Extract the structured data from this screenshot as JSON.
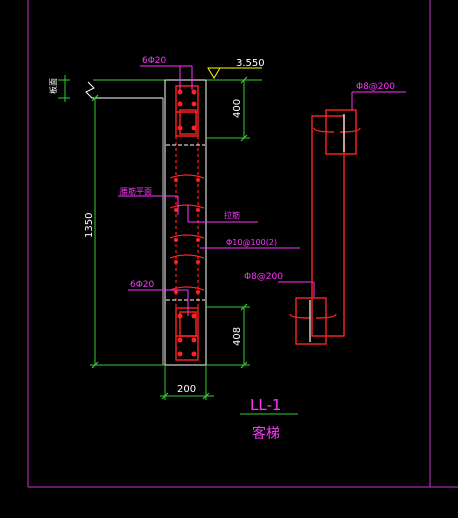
{
  "colors": {
    "background": "#000000",
    "frame": "#cc33cc",
    "dimension": "#33cc33",
    "rebar": "#ff2222",
    "annotation": "#ff33ff",
    "elevation": "#ffff00",
    "member": "#ffffff"
  },
  "labels": {
    "elevation": "3.550",
    "top_bar": "6Φ20",
    "bottom_bar": "6Φ20",
    "stirrup_main": "Φ10@100(2)",
    "stirrup_detail_top": "Φ8@200",
    "stirrup_detail_bottom": "Φ8@200",
    "waist_bar_note": "腰筋平面",
    "tie_bar_note": "拉筋",
    "slab_note": "板面",
    "dim_top": "400",
    "dim_bottom": "408",
    "dim_total": "1350",
    "dim_width": "200",
    "beam_id": "LL-1",
    "beam_name": "客梯"
  }
}
